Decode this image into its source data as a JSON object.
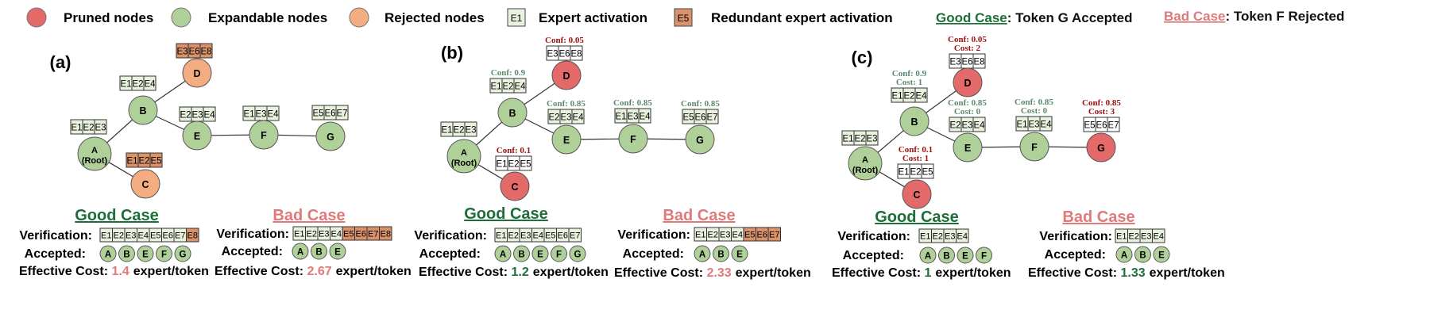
{
  "legend": {
    "pruned": "Pruned nodes",
    "expandable": "Expandable nodes",
    "rejected": "Rejected nodes",
    "expert_box": "E1",
    "expert": "Expert activation",
    "redundant_box": "E5",
    "redundant": "Redundant expert activation",
    "good_label": "Good Case",
    "good_text": ": Token G Accepted",
    "bad_label": "Bad Case",
    "bad_text": ": Token F Rejected"
  },
  "colors": {
    "pruned": "#e46a6a",
    "expandable": "#b0d09a",
    "rejected": "#f4ad80",
    "expert_fill": "#e9f2de",
    "redundant_fill": "#d9926a",
    "good": "#1e6e3a",
    "bad": "#e07a7a",
    "conf_green": "#5a8a6e",
    "conf_red": "#a01010"
  },
  "panels": [
    {
      "id": "a",
      "label": "(a)",
      "nodes": [
        {
          "id": "A",
          "text": "A",
          "sub": "(Root)",
          "state": "expandable"
        },
        {
          "id": "B",
          "text": "B",
          "state": "expandable"
        },
        {
          "id": "C",
          "text": "C",
          "state": "rejected"
        },
        {
          "id": "D",
          "text": "D",
          "state": "rejected"
        },
        {
          "id": "E",
          "text": "E",
          "state": "expandable"
        },
        {
          "id": "F",
          "text": "F",
          "state": "expandable"
        },
        {
          "id": "G",
          "text": "G",
          "state": "expandable"
        }
      ],
      "boxes": [
        {
          "node": "A",
          "cells": [
            {
              "t": "E1"
            },
            {
              "t": "E2"
            },
            {
              "t": "E3"
            }
          ]
        },
        {
          "node": "B",
          "cells": [
            {
              "t": "E1"
            },
            {
              "t": "E2"
            },
            {
              "t": "E4"
            }
          ]
        },
        {
          "node": "D",
          "cells": [
            {
              "t": "E3",
              "r": true
            },
            {
              "t": "E6",
              "r": true
            },
            {
              "t": "E8",
              "r": true
            }
          ]
        },
        {
          "node": "C",
          "cells": [
            {
              "t": "E1",
              "r": true
            },
            {
              "t": "E2",
              "r": true
            },
            {
              "t": "E5",
              "r": true
            }
          ]
        },
        {
          "node": "E",
          "cells": [
            {
              "t": "E2"
            },
            {
              "t": "E3"
            },
            {
              "t": "E4"
            }
          ]
        },
        {
          "node": "F",
          "cells": [
            {
              "t": "E1"
            },
            {
              "t": "E3"
            },
            {
              "t": "E4"
            }
          ]
        },
        {
          "node": "G",
          "cells": [
            {
              "t": "E5"
            },
            {
              "t": "E6"
            },
            {
              "t": "E7"
            }
          ]
        }
      ],
      "annots": []
    },
    {
      "id": "b",
      "label": "(b)",
      "nodes": [
        {
          "id": "A",
          "text": "A",
          "sub": "(Root)",
          "state": "expandable"
        },
        {
          "id": "B",
          "text": "B",
          "state": "expandable"
        },
        {
          "id": "C",
          "text": "C",
          "state": "pruned"
        },
        {
          "id": "D",
          "text": "D",
          "state": "pruned"
        },
        {
          "id": "E",
          "text": "E",
          "state": "expandable"
        },
        {
          "id": "F",
          "text": "F",
          "state": "expandable"
        },
        {
          "id": "G",
          "text": "G",
          "state": "expandable"
        }
      ],
      "boxes": [
        {
          "node": "A",
          "cells": [
            {
              "t": "E1"
            },
            {
              "t": "E2"
            },
            {
              "t": "E3"
            }
          ]
        },
        {
          "node": "B",
          "cells": [
            {
              "t": "E1"
            },
            {
              "t": "E2"
            },
            {
              "t": "E4"
            }
          ]
        },
        {
          "node": "D",
          "cells": [
            {
              "t": "E3",
              "w": true
            },
            {
              "t": "E6",
              "w": true
            },
            {
              "t": "E8",
              "w": true
            }
          ]
        },
        {
          "node": "C",
          "cells": [
            {
              "t": "E1",
              "w": true
            },
            {
              "t": "E2",
              "w": true
            },
            {
              "t": "E5",
              "w": true
            }
          ]
        },
        {
          "node": "E",
          "cells": [
            {
              "t": "E2"
            },
            {
              "t": "E3"
            },
            {
              "t": "E4"
            }
          ]
        },
        {
          "node": "F",
          "cells": [
            {
              "t": "E1"
            },
            {
              "t": "E3"
            },
            {
              "t": "E4"
            }
          ]
        },
        {
          "node": "G",
          "cells": [
            {
              "t": "E5"
            },
            {
              "t": "E6"
            },
            {
              "t": "E7"
            }
          ]
        }
      ],
      "annots": [
        {
          "node": "B",
          "lines": [
            "Conf: 0.9"
          ],
          "color": "green"
        },
        {
          "node": "D",
          "lines": [
            "Conf: 0.05"
          ],
          "color": "red"
        },
        {
          "node": "C",
          "lines": [
            "Conf: 0.1"
          ],
          "color": "red"
        },
        {
          "node": "E",
          "lines": [
            "Conf: 0.85"
          ],
          "color": "green"
        },
        {
          "node": "F",
          "lines": [
            "Conf: 0.85"
          ],
          "color": "green"
        },
        {
          "node": "G",
          "lines": [
            "Conf: 0.85"
          ],
          "color": "green"
        }
      ]
    },
    {
      "id": "c",
      "label": "(c)",
      "nodes": [
        {
          "id": "A",
          "text": "A",
          "sub": "(Root)",
          "state": "expandable"
        },
        {
          "id": "B",
          "text": "B",
          "state": "expandable"
        },
        {
          "id": "C",
          "text": "C",
          "state": "pruned"
        },
        {
          "id": "D",
          "text": "D",
          "state": "pruned"
        },
        {
          "id": "E",
          "text": "E",
          "state": "expandable"
        },
        {
          "id": "F",
          "text": "F",
          "state": "expandable"
        },
        {
          "id": "G",
          "text": "G",
          "state": "pruned"
        }
      ],
      "boxes": [
        {
          "node": "A",
          "cells": [
            {
              "t": "E1"
            },
            {
              "t": "E2"
            },
            {
              "t": "E3"
            }
          ]
        },
        {
          "node": "B",
          "cells": [
            {
              "t": "E1"
            },
            {
              "t": "E2"
            },
            {
              "t": "E4"
            }
          ]
        },
        {
          "node": "D",
          "cells": [
            {
              "t": "E3",
              "w": true
            },
            {
              "t": "E6",
              "w": true
            },
            {
              "t": "E8",
              "w": true
            }
          ]
        },
        {
          "node": "C",
          "cells": [
            {
              "t": "E1",
              "w": true
            },
            {
              "t": "E2",
              "w": true
            },
            {
              "t": "E5",
              "w": true
            }
          ]
        },
        {
          "node": "E",
          "cells": [
            {
              "t": "E2"
            },
            {
              "t": "E3"
            },
            {
              "t": "E4"
            }
          ]
        },
        {
          "node": "F",
          "cells": [
            {
              "t": "E1"
            },
            {
              "t": "E3"
            },
            {
              "t": "E4"
            }
          ]
        },
        {
          "node": "G",
          "cells": [
            {
              "t": "E5",
              "w": true
            },
            {
              "t": "E6",
              "w": true
            },
            {
              "t": "E7",
              "w": true
            }
          ]
        }
      ],
      "annots": [
        {
          "node": "B",
          "lines": [
            "Conf: 0.9",
            "Cost: 1"
          ],
          "color": "green"
        },
        {
          "node": "D",
          "lines": [
            "Conf: 0.05",
            "Cost: 2"
          ],
          "color": "red"
        },
        {
          "node": "C",
          "lines": [
            "Conf: 0.1",
            "Cost: 1"
          ],
          "color": "red"
        },
        {
          "node": "E",
          "lines": [
            "Conf: 0.85",
            "Cost: 0"
          ],
          "color": "green"
        },
        {
          "node": "F",
          "lines": [
            "Conf: 0.85",
            "Cost: 0"
          ],
          "color": "green"
        },
        {
          "node": "G",
          "lines": [
            "Conf: 0.85",
            "Cost: 3"
          ],
          "color": "red"
        }
      ]
    }
  ],
  "cases": [
    {
      "title": "Good Case",
      "kind": "good",
      "verification_label": "Verification:",
      "verification": [
        {
          "t": "E1"
        },
        {
          "t": "E2"
        },
        {
          "t": "E3"
        },
        {
          "t": "E4"
        },
        {
          "t": "E5"
        },
        {
          "t": "E6"
        },
        {
          "t": "E7"
        },
        {
          "t": "E8",
          "r": true
        }
      ],
      "accepted_label": "Accepted:",
      "accepted": [
        "A",
        "B",
        "E",
        "F",
        "G"
      ],
      "cost_label": "Effective Cost:",
      "cost_value": "1.4",
      "cost_unit": "expert/token",
      "cost_color": "bad"
    },
    {
      "title": "Bad Case",
      "kind": "bad",
      "verification_label": "Verification:",
      "verification": [
        {
          "t": "E1"
        },
        {
          "t": "E2"
        },
        {
          "t": "E3"
        },
        {
          "t": "E4"
        },
        {
          "t": "E5",
          "r": true
        },
        {
          "t": "E6",
          "r": true
        },
        {
          "t": "E7",
          "r": true
        },
        {
          "t": "E8",
          "r": true
        }
      ],
      "accepted_label": "Accepted:",
      "accepted": [
        "A",
        "B",
        "E"
      ],
      "cost_label": "Effective Cost:",
      "cost_value": "2.67",
      "cost_unit": "expert/token",
      "cost_color": "bad"
    },
    {
      "title": "Good Case",
      "kind": "good",
      "verification_label": "Verification:",
      "verification": [
        {
          "t": "E1"
        },
        {
          "t": "E2"
        },
        {
          "t": "E3"
        },
        {
          "t": "E4"
        },
        {
          "t": "E5"
        },
        {
          "t": "E6"
        },
        {
          "t": "E7"
        }
      ],
      "accepted_label": "Accepted:",
      "accepted": [
        "A",
        "B",
        "E",
        "F",
        "G"
      ],
      "cost_label": "Effective Cost:",
      "cost_value": "1.2",
      "cost_unit": "expert/token",
      "cost_color": "good"
    },
    {
      "title": "Bad Case",
      "kind": "bad",
      "verification_label": "Verification:",
      "verification": [
        {
          "t": "E1"
        },
        {
          "t": "E2"
        },
        {
          "t": "E3"
        },
        {
          "t": "E4"
        },
        {
          "t": "E5",
          "r": true
        },
        {
          "t": "E6",
          "r": true
        },
        {
          "t": "E7",
          "r": true
        }
      ],
      "accepted_label": "Accepted:",
      "accepted": [
        "A",
        "B",
        "E"
      ],
      "cost_label": "Effective Cost:",
      "cost_value": "2.33",
      "cost_unit": "expert/token",
      "cost_color": "bad"
    },
    {
      "title": "Good Case",
      "kind": "good",
      "verification_label": "Verification:",
      "verification": [
        {
          "t": "E1"
        },
        {
          "t": "E2"
        },
        {
          "t": "E3"
        },
        {
          "t": "E4"
        }
      ],
      "accepted_label": "Accepted:",
      "accepted": [
        "A",
        "B",
        "E",
        "F"
      ],
      "cost_label": "Effective Cost:",
      "cost_value": "1",
      "cost_unit": "expert/token",
      "cost_color": "good"
    },
    {
      "title": "Bad Case",
      "kind": "bad",
      "verification_label": "Verification:",
      "verification": [
        {
          "t": "E1"
        },
        {
          "t": "E2"
        },
        {
          "t": "E3"
        },
        {
          "t": "E4"
        }
      ],
      "accepted_label": "Accepted:",
      "accepted": [
        "A",
        "B",
        "E"
      ],
      "cost_label": "Effective Cost:",
      "cost_value": "1.33",
      "cost_unit": "expert/token",
      "cost_color": "good"
    }
  ]
}
